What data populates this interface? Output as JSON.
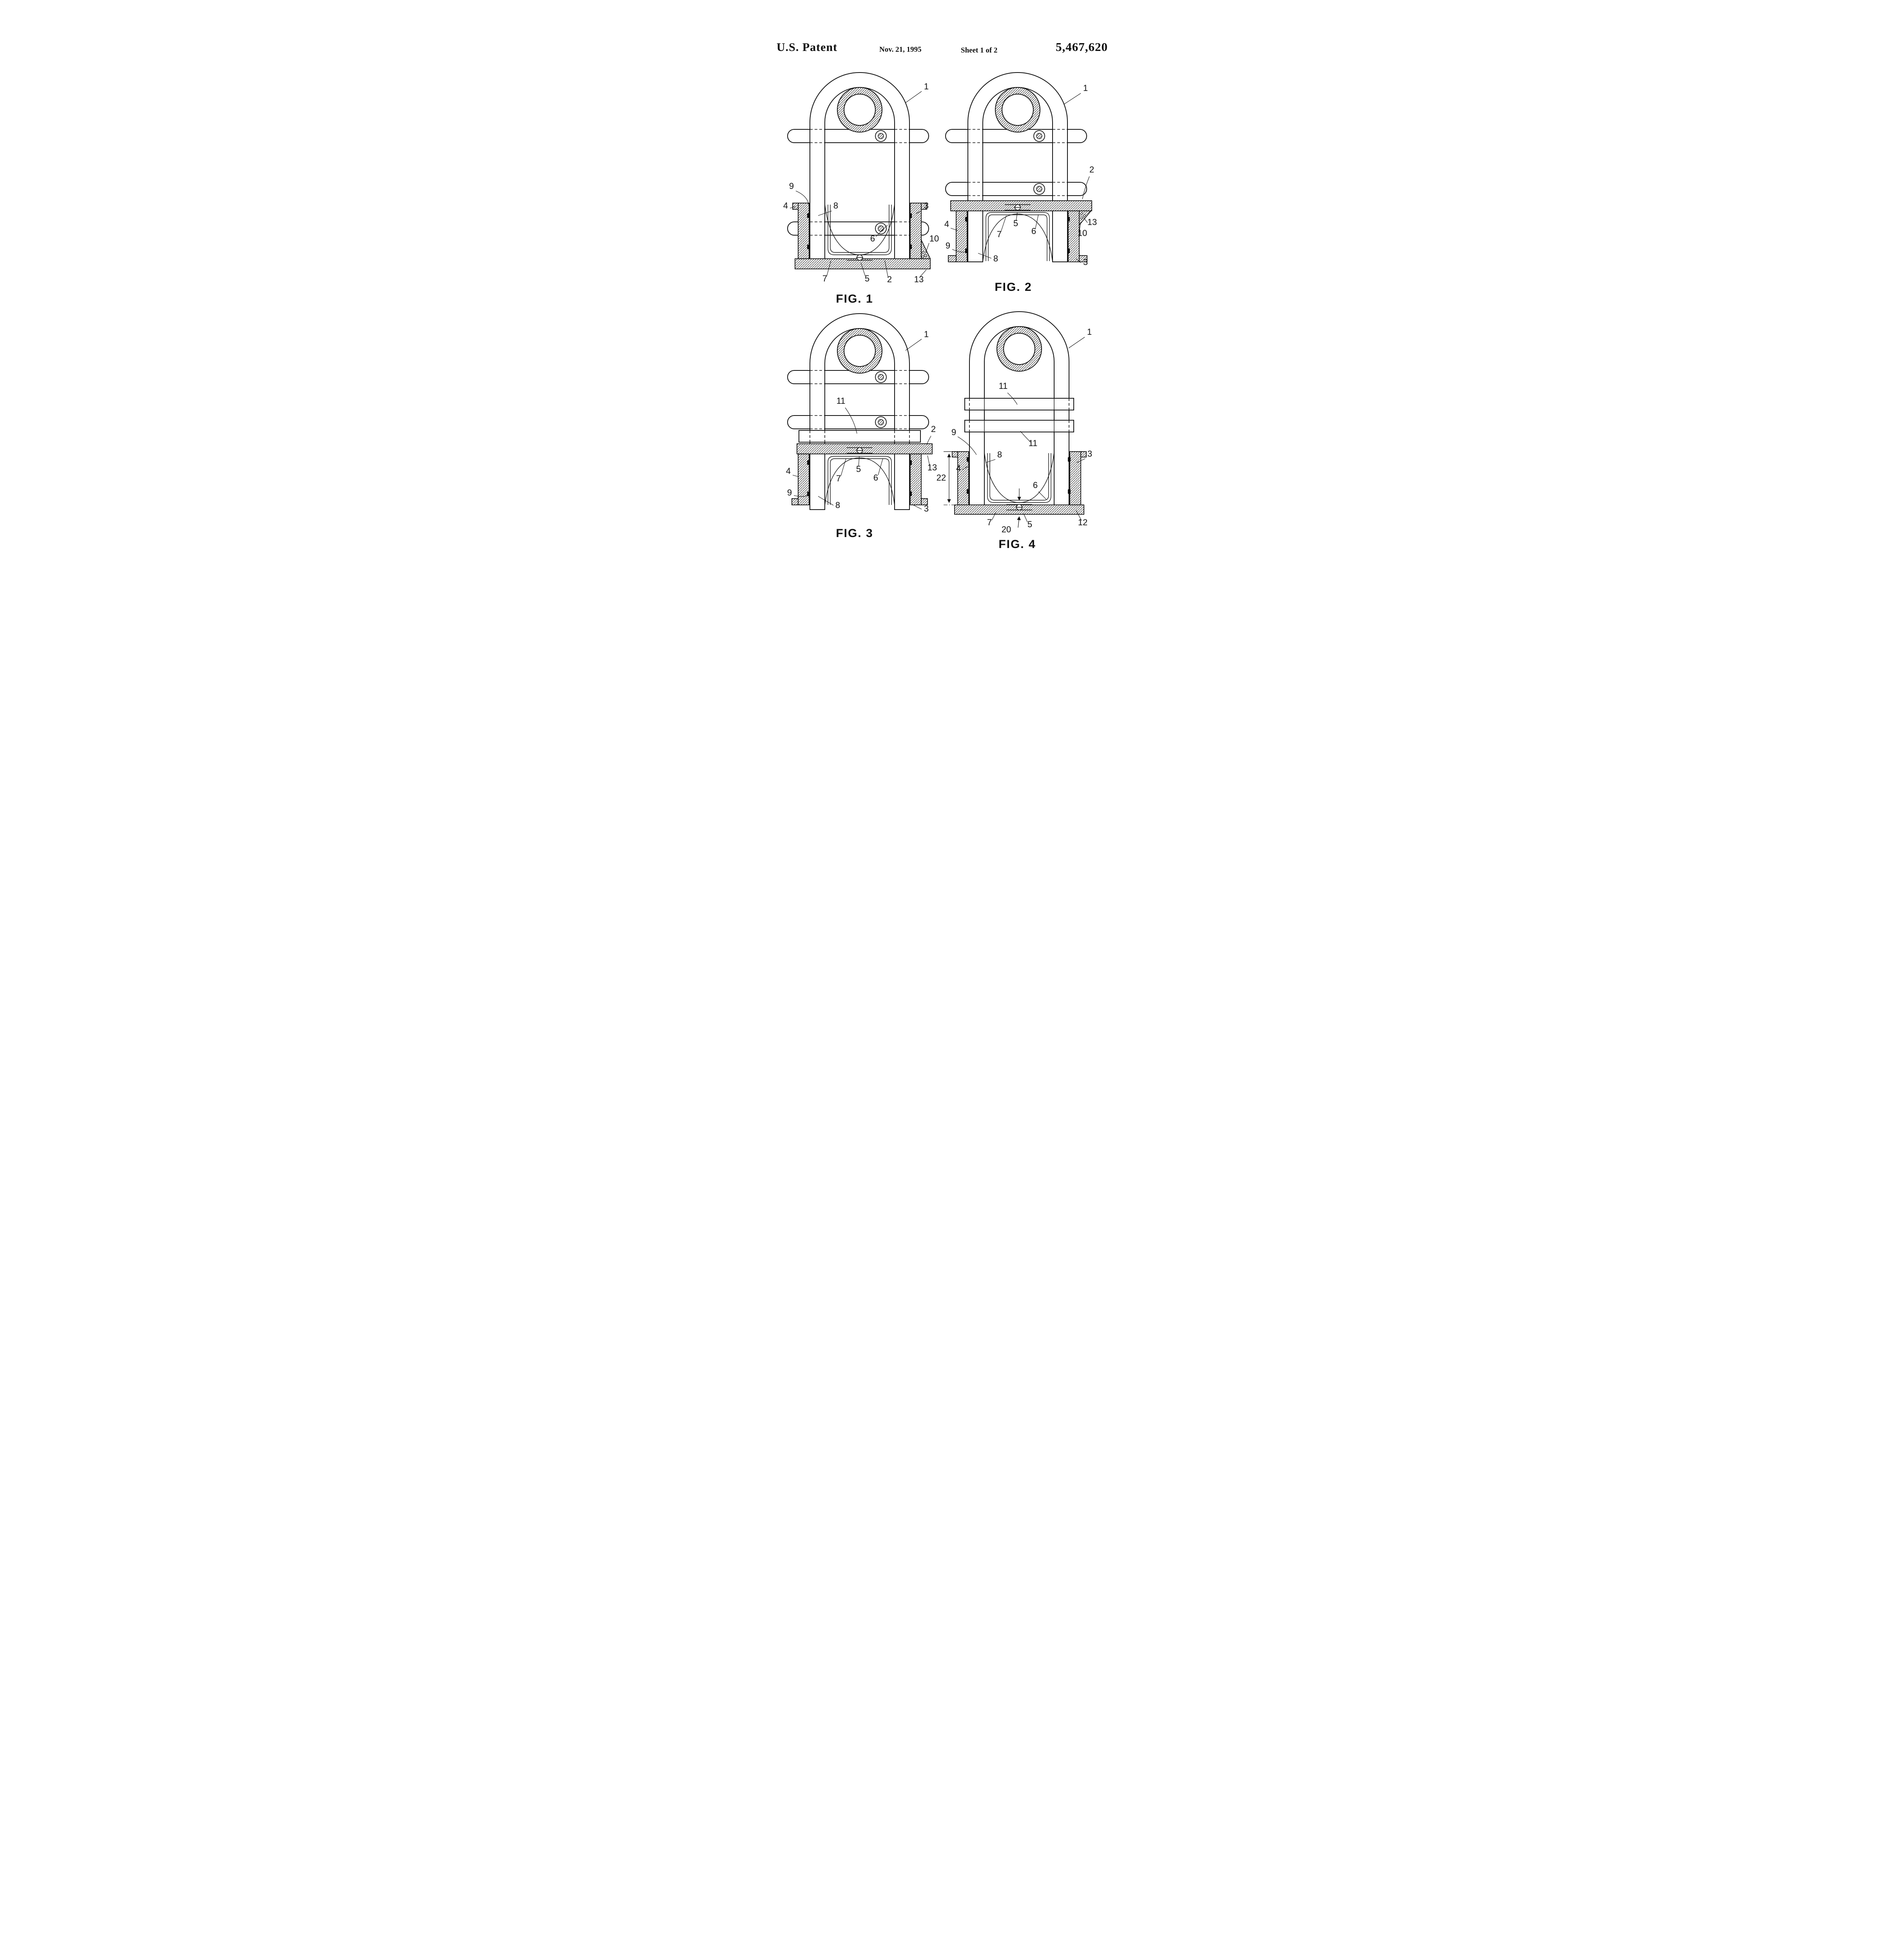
{
  "header": {
    "title": "U.S. Patent",
    "date": "Nov. 21, 1995",
    "sheet": "Sheet 1 of 2",
    "patent_number": "5,467,620"
  },
  "figures": {
    "fig1": {
      "label": "FIG. 1",
      "refs": {
        "n1": "1",
        "n9": "9",
        "n4": "4",
        "n8": "8",
        "n3": "3",
        "n6": "6",
        "n10": "10",
        "n7": "7",
        "n5": "5",
        "n2": "2",
        "n13": "13"
      }
    },
    "fig2": {
      "label": "FIG. 2",
      "refs": {
        "n1": "1",
        "n2": "2",
        "n13": "13",
        "n10": "10",
        "n4": "4",
        "n9": "9",
        "n8": "8",
        "n7": "7",
        "n5": "5",
        "n6": "6",
        "n3": "3"
      }
    },
    "fig3": {
      "label": "FIG. 3",
      "refs": {
        "n1": "1",
        "n11": "11",
        "n2": "2",
        "n13": "13",
        "n4": "4",
        "n7": "7",
        "n5": "5",
        "n6": "6",
        "n9": "9",
        "n8": "8",
        "n3": "3"
      }
    },
    "fig4": {
      "label": "FIG. 4",
      "refs": {
        "n1": "1",
        "n11a": "11",
        "n11b": "11",
        "n9": "9",
        "n4": "4",
        "n8": "8",
        "n3": "3",
        "n6": "6",
        "n22": "22",
        "n7": "7",
        "n20": "20",
        "n5": "5",
        "n12": "12"
      }
    }
  }
}
